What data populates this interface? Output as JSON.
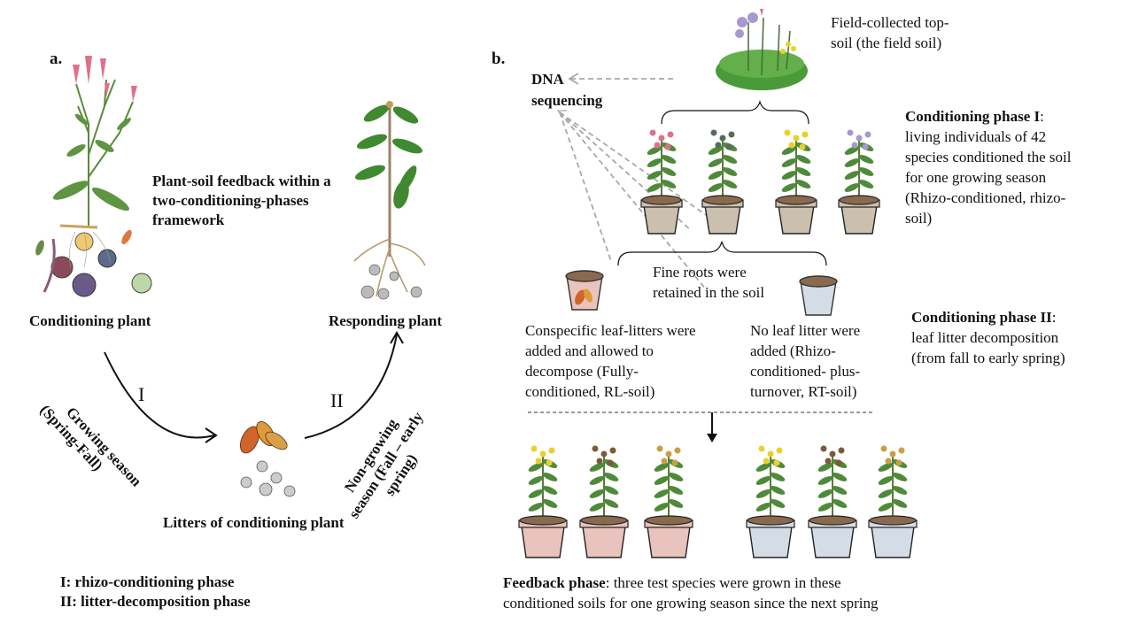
{
  "panel_a": {
    "label": "a.",
    "title_lines": [
      "Plant-soil feedback within a",
      "two-conditioning-phases",
      "framework"
    ],
    "conditioning_plant": "Conditioning  plant",
    "responding_plant": "Responding plant",
    "litters": "Litters of conditioning plant",
    "phase_I_numeral": "I",
    "phase_II_numeral": "II",
    "growing_season_lines": [
      "Growing season",
      "(Spring-Fall)"
    ],
    "non_growing_season_lines": [
      "Non-growing",
      "season (Fall – early",
      "spring)"
    ],
    "legend": [
      "I: rhizo-conditioning phase",
      "II: litter-decomposition phase"
    ]
  },
  "panel_b": {
    "label": "b.",
    "dna_lines": [
      "DNA",
      "sequencing"
    ],
    "field_soil_lines": [
      "Field-collected top-",
      "soil (the field soil)"
    ],
    "phase1_title": "Conditioning phase I",
    "phase1_colon": ":",
    "phase1_lines": [
      "living individuals of 42",
      "species conditioned the soil",
      "for one growing season",
      "(Rhizo-conditioned, rhizo-",
      "soil)"
    ],
    "fine_roots_lines": [
      "Fine roots were",
      "retained in the soil"
    ],
    "rl_lines": [
      "Conspecific leaf-litters were",
      "added and allowed to",
      "decompose (Fully-",
      "conditioned, RL-soil)"
    ],
    "rt_lines": [
      "No leaf litter were",
      "added (Rhizo-",
      "conditioned- plus-",
      "turnover, RT-soil)"
    ],
    "phase2_title": "Conditioning phase II",
    "phase2_colon": ":",
    "phase2_lines": [
      "leaf litter decomposition",
      "(from fall to early spring)"
    ],
    "feedback_title": "Feedback phase",
    "feedback_line1": ": three test species were grown in these",
    "feedback_line2": "conditioned soils for one growing season since the next spring"
  },
  "colors": {
    "pot_tan": "#cbbfae",
    "pot_pink": "#e9c3bd",
    "pot_blue": "#d4dde6",
    "soil": "#8a6a4e",
    "leaf_green": "#4f8a3a",
    "flower_pink": "#e0708a",
    "flower_purple": "#a898d0",
    "flower_yellow": "#e7d12a",
    "litter_orange": "#d0642a",
    "dash_gray": "#a8a8a8"
  }
}
